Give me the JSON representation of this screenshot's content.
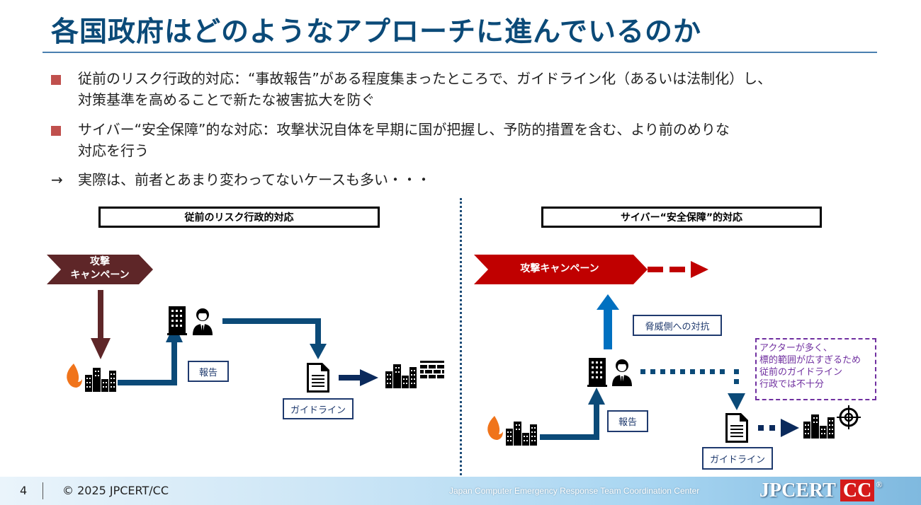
{
  "title": "各国政府はどのようなアプローチに進んでいるのか",
  "bullets": [
    {
      "line1": "従前のリスク行政的対応：“事故報告”がある程度集まったところで、ガイドライン化（あるいは法制化）し、",
      "line2": "対策基準を高めることで新たな被害拡大を防ぐ"
    },
    {
      "line1": "サイバー“安全保障”的な対応：攻撃状況自体を早期に国が把握し、予防的措置を含む、より前のめりな",
      "line2": "対応を行う"
    }
  ],
  "conclusion": {
    "arrow": "→",
    "text": "実際は、前者とあまり変わってないケースも多い・・・"
  },
  "left_panel": {
    "header": "従前のリスク行政的対応",
    "campaign_line1": "攻撃",
    "campaign_line2": "キャンペーン",
    "report_label": "報告",
    "guideline_label": "ガイドライン"
  },
  "right_panel": {
    "header": "サイバー“安全保障”的対応",
    "campaign": "攻撃キャンペーン",
    "counter_label": "脅威側への対抗",
    "report_label": "報告",
    "guideline_label": "ガイドライン",
    "note_lines": [
      "アクターが多く、",
      "標的範囲が広すぎるため",
      "従前のガイドライン",
      "行政では不十分"
    ]
  },
  "colors": {
    "title": "#0b4a78",
    "bullet": "#c0504d",
    "flow_arrow": "#0b4a78",
    "left_campaign": "#5e2628",
    "right_campaign": "#c00000",
    "counter_arrow": "#0070c0",
    "note": "#7030a0"
  },
  "footer": {
    "page_number": "4",
    "copyright": "© 2025 JPCERT/CC",
    "organization": "Japan Computer Emergency Response Team  Coordination Center",
    "logo_main": "JPCERT",
    "logo_cc": "CC",
    "logo_reg": "®"
  }
}
